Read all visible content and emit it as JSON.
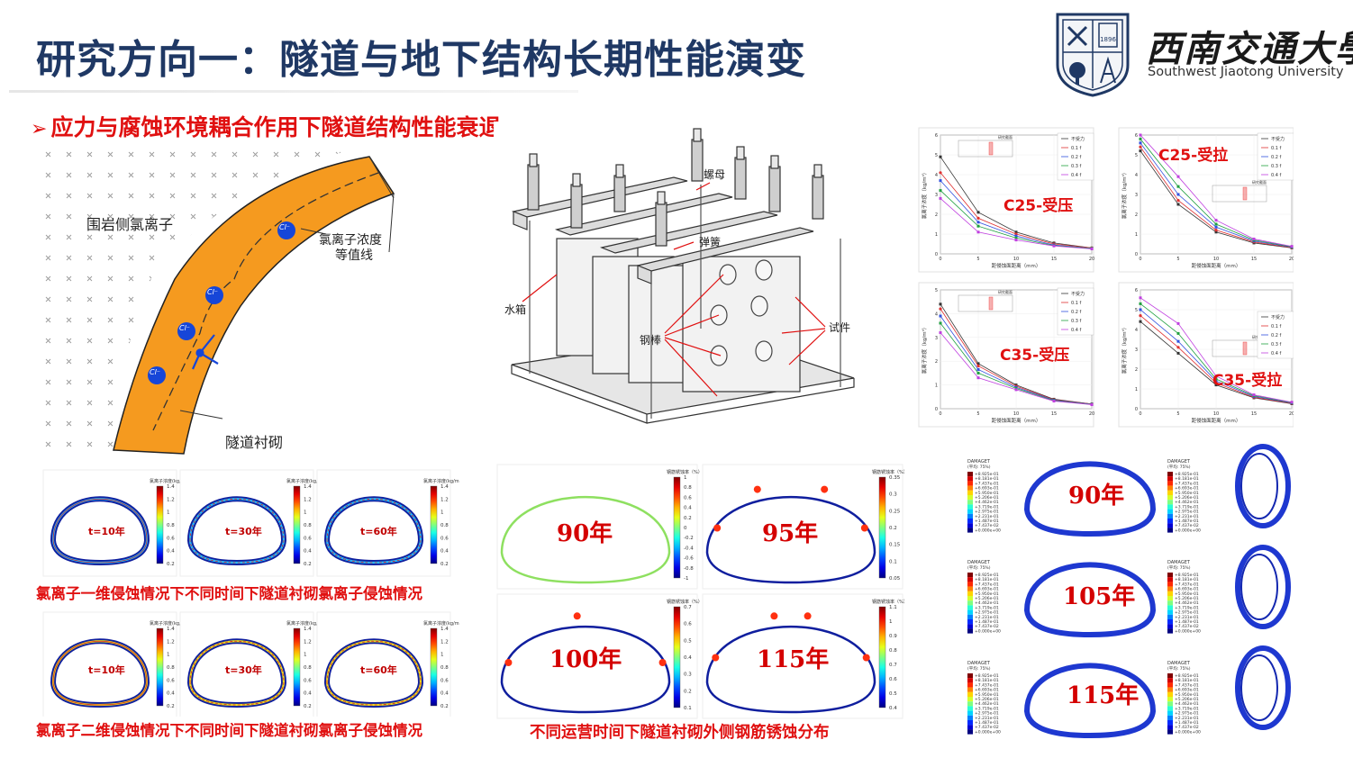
{
  "header": {
    "title": "研究方向一：隧道与地下结构长期性能演变",
    "bullet_marker": "➢",
    "bullet_text": "应力与腐蚀环境耦合作用下隧道结构性能衰退"
  },
  "logo": {
    "name_cn": "西南交通大學",
    "name_en": "Southwest Jiaotong University",
    "seal_text": "1896"
  },
  "lining_diagram": {
    "surrounding_label": "围岩侧氯离子",
    "contour_label_1": "氯离子浓度",
    "contour_label_2": "等值线",
    "lining_label": "隧道衬砌",
    "ion_label": "Cl⁻"
  },
  "apparatus": {
    "labels": {
      "nut": "螺母",
      "spring": "弹簧",
      "water_tank": "水箱",
      "steel_bar": "钢棒",
      "specimen": "试件"
    }
  },
  "concentration_charts": {
    "legend": [
      "不受力",
      "0.1 f",
      "0.2 f",
      "0.3 f",
      "0.4 f"
    ],
    "legend_colors": [
      "#333333",
      "#e03030",
      "#3050e0",
      "#20a040",
      "#c040e0"
    ],
    "xlabel": "距侵蚀面距离（mm）",
    "ylabel": "氯离子浓度（kg/m³）",
    "x_ticks": [
      "0",
      "5",
      "10",
      "15",
      "20"
    ],
    "inset_title": "研究截面",
    "charts": [
      {
        "label": "C25-受压",
        "y_ticks": [
          "0",
          "1",
          "2",
          "3",
          "4",
          "5",
          "6"
        ]
      },
      {
        "label": "C25-受拉",
        "y_ticks": [
          "0",
          "1",
          "2",
          "3",
          "4",
          "5",
          "6"
        ]
      },
      {
        "label": "C35-受压",
        "y_ticks": [
          "0",
          "1",
          "2",
          "3",
          "4",
          "5"
        ]
      },
      {
        "label": "C35-受拉",
        "y_ticks": [
          "0",
          "1",
          "2",
          "3",
          "4",
          "5",
          "6"
        ]
      }
    ]
  },
  "chart_data": [
    {
      "type": "line",
      "title": "C25-受压",
      "xlabel": "距侵蚀面距离（mm）",
      "ylabel": "氯离子浓度（kg/m³）",
      "x": [
        0,
        5,
        10,
        15,
        20
      ],
      "ylim": [
        0,
        6
      ],
      "series": [
        {
          "name": "不受力",
          "values": [
            4.9,
            2.1,
            1.1,
            0.55,
            0.3
          ]
        },
        {
          "name": "0.1 f",
          "values": [
            4.1,
            1.8,
            1.0,
            0.5,
            0.3
          ]
        },
        {
          "name": "0.2 f",
          "values": [
            3.7,
            1.6,
            0.9,
            0.45,
            0.28
          ]
        },
        {
          "name": "0.3 f",
          "values": [
            3.2,
            1.4,
            0.8,
            0.42,
            0.27
          ]
        },
        {
          "name": "0.4 f",
          "values": [
            2.8,
            1.1,
            0.7,
            0.4,
            0.25
          ]
        }
      ]
    },
    {
      "type": "line",
      "title": "C25-受拉",
      "xlabel": "距侵蚀面距离（mm）",
      "ylabel": "氯离子浓度（kg/m³）",
      "x": [
        0,
        5,
        10,
        15,
        20
      ],
      "ylim": [
        0,
        6
      ],
      "series": [
        {
          "name": "不受力",
          "values": [
            5.2,
            2.5,
            1.1,
            0.55,
            0.3
          ]
        },
        {
          "name": "0.1 f",
          "values": [
            5.4,
            2.7,
            1.2,
            0.6,
            0.32
          ]
        },
        {
          "name": "0.2 f",
          "values": [
            5.6,
            3.0,
            1.35,
            0.65,
            0.34
          ]
        },
        {
          "name": "0.3 f",
          "values": [
            5.8,
            3.4,
            1.5,
            0.7,
            0.36
          ]
        },
        {
          "name": "0.4 f",
          "values": [
            6.0,
            3.9,
            1.7,
            0.75,
            0.38
          ]
        }
      ]
    },
    {
      "type": "line",
      "title": "C35-受压",
      "xlabel": "距侵蚀面距离（mm）",
      "ylabel": "氯离子浓度（kg/m³）",
      "x": [
        0,
        5,
        10,
        15,
        20
      ],
      "ylim": [
        0,
        5
      ],
      "series": [
        {
          "name": "不受力",
          "values": [
            4.4,
            1.9,
            1.0,
            0.4,
            0.2
          ]
        },
        {
          "name": "0.1 f",
          "values": [
            4.2,
            1.8,
            0.95,
            0.38,
            0.2
          ]
        },
        {
          "name": "0.2 f",
          "values": [
            3.9,
            1.65,
            0.9,
            0.36,
            0.19
          ]
        },
        {
          "name": "0.3 f",
          "values": [
            3.6,
            1.5,
            0.85,
            0.34,
            0.18
          ]
        },
        {
          "name": "0.4 f",
          "values": [
            3.2,
            1.3,
            0.8,
            0.32,
            0.17
          ]
        }
      ]
    },
    {
      "type": "line",
      "title": "C35-受拉",
      "xlabel": "距侵蚀面距离（mm）",
      "ylabel": "氯离子浓度（kg/m³）",
      "x": [
        0,
        5,
        10,
        15,
        20
      ],
      "ylim": [
        0,
        6
      ],
      "series": [
        {
          "name": "不受力",
          "values": [
            4.4,
            2.8,
            1.2,
            0.55,
            0.25
          ]
        },
        {
          "name": "0.1 f",
          "values": [
            4.7,
            3.1,
            1.3,
            0.58,
            0.27
          ]
        },
        {
          "name": "0.2 f",
          "values": [
            5.0,
            3.4,
            1.4,
            0.62,
            0.29
          ]
        },
        {
          "name": "0.3 f",
          "values": [
            5.3,
            3.8,
            1.5,
            0.66,
            0.31
          ]
        },
        {
          "name": "0.4 f",
          "values": [
            5.6,
            4.3,
            1.65,
            0.7,
            0.33
          ]
        }
      ]
    }
  ],
  "chloride_1d": {
    "times": [
      "t=10年",
      "t=30年",
      "t=60年"
    ],
    "colorbar_title": "氯离子浓度(kg/m3)",
    "ticks": [
      "1.4",
      "1.2",
      "1",
      "0.8",
      "0.6",
      "0.4",
      "0.2"
    ],
    "caption": "氯离子一维侵蚀情况下不同时间下隧道衬砌氯离子侵蚀情况"
  },
  "chloride_2d": {
    "times": [
      "t=10年",
      "t=30年",
      "t=60年"
    ],
    "colorbar_title": "氯离子浓度(kg/m3)",
    "ticks": [
      "1.4",
      "1.2",
      "1",
      "0.8",
      "0.6",
      "0.4",
      "0.2"
    ],
    "caption": "氯离子二维侵蚀情况下不同时间下隧道衬砌氯离子侵蚀情况"
  },
  "corrosion": {
    "colorbar_title": "钢筋锈蚀率（%）",
    "panels": [
      {
        "year": "90年",
        "ticks": [
          "1",
          "0.8",
          "0.6",
          "0.4",
          "0.2",
          "0",
          "-0.2",
          "-0.4",
          "-0.6",
          "-0.8",
          "-1"
        ]
      },
      {
        "year": "95年",
        "ticks": [
          "0.35",
          "0.3",
          "0.25",
          "0.2",
          "0.15",
          "0.1",
          "0.05"
        ]
      },
      {
        "year": "100年",
        "ticks": [
          "0.7",
          "0.6",
          "0.5",
          "0.4",
          "0.3",
          "0.2",
          "0.1"
        ]
      },
      {
        "year": "115年",
        "ticks": [
          "1.1",
          "1",
          "0.9",
          "0.8",
          "0.7",
          "0.6",
          "0.5",
          "0.4"
        ]
      }
    ],
    "caption": "不同运营时间下隧道衬砌外侧钢筋锈蚀分布"
  },
  "damage": {
    "legend_title": "DAMAGET",
    "legend_sub": "(平均: 75%)",
    "legend_values": [
      "+8.925e-01",
      "+8.181e-01",
      "+7.437e-01",
      "+6.693e-01",
      "+5.950e-01",
      "+5.206e-01",
      "+4.462e-01",
      "+3.719e-01",
      "+2.975e-01",
      "+2.231e-01",
      "+1.487e-01",
      "+7.437e-02",
      "+0.000e+00"
    ],
    "years": [
      "90年",
      "105年",
      "115年"
    ]
  }
}
